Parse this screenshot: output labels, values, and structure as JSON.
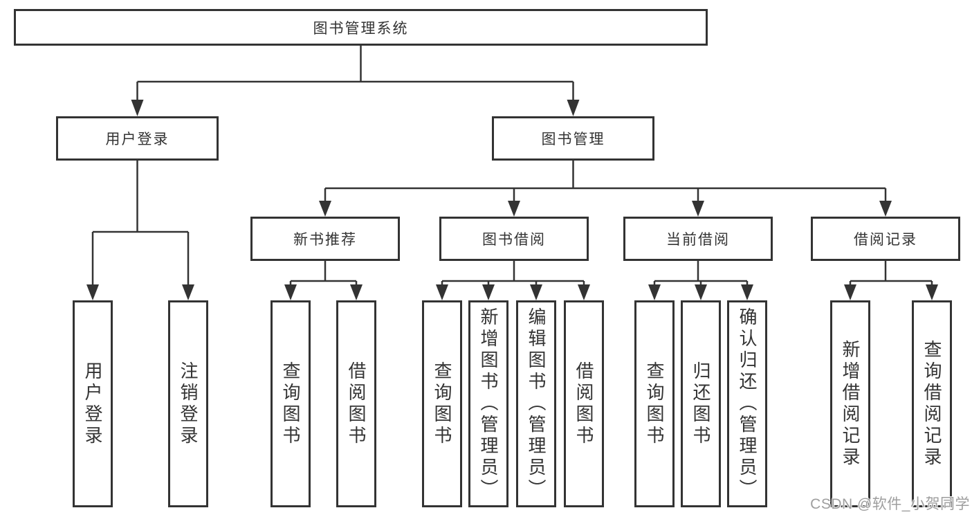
{
  "tree": {
    "root": "图书管理系统",
    "level2": [
      {
        "label": "用户登录",
        "children": [
          {
            "label": "用户登录"
          },
          {
            "label": "注销登录"
          }
        ]
      },
      {
        "label": "图书管理",
        "children": [
          {
            "label": "新书推荐",
            "children": [
              {
                "label": "查询图书"
              },
              {
                "label": "借阅图书"
              }
            ]
          },
          {
            "label": "图书借阅",
            "children": [
              {
                "label": "查询图书"
              },
              {
                "label": "新增图书（管理员）"
              },
              {
                "label": "编辑图书（管理员）"
              },
              {
                "label": "借阅图书"
              }
            ]
          },
          {
            "label": "当前借阅",
            "children": [
              {
                "label": "查询图书"
              },
              {
                "label": "归还图书"
              },
              {
                "label": "确认归还（管理员）"
              }
            ]
          },
          {
            "label": "借阅记录",
            "children": [
              {
                "label": "新增借阅记录"
              },
              {
                "label": "查询借阅记录"
              }
            ]
          }
        ]
      }
    ]
  },
  "watermark": {
    "text": "CSDN @软件_小贺同学"
  },
  "colors": {
    "line": "#333333",
    "box_border": "#333333",
    "text": "#333333",
    "background": "#ffffff",
    "watermark": "#9e9e9e"
  }
}
